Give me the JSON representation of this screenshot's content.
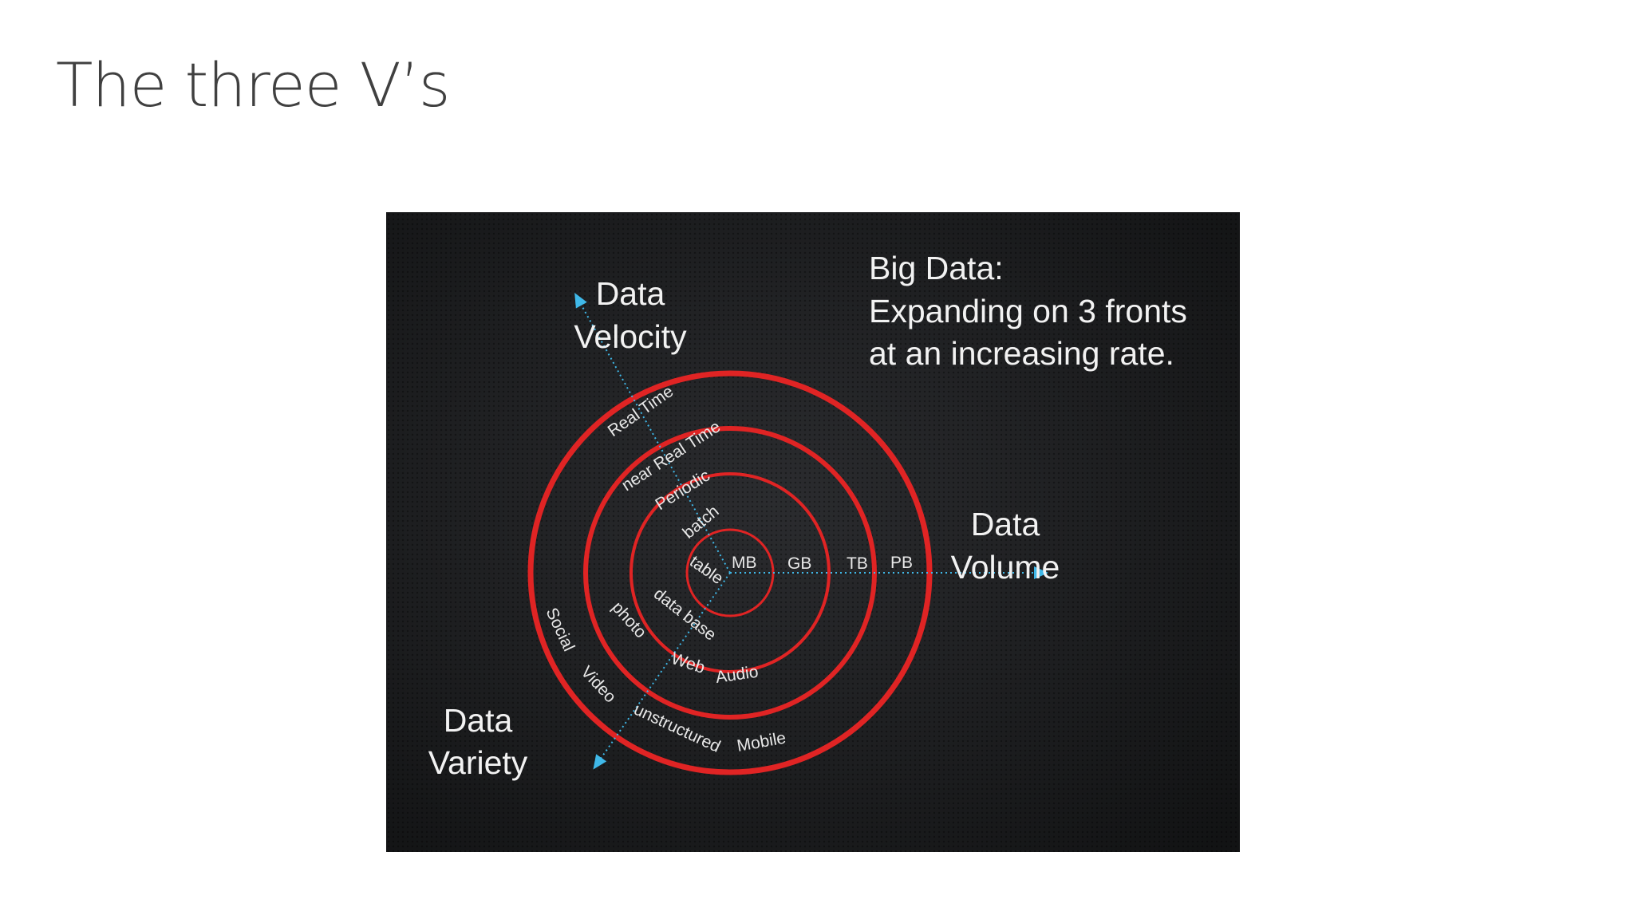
{
  "slide": {
    "title": "The three V’s"
  },
  "figure": {
    "headline": {
      "line1": "Big Data:",
      "line2": "Expanding on 3 fronts",
      "line3": "at an increasing rate."
    },
    "axes": {
      "velocity": {
        "line1": "Data",
        "line2": "Velocity"
      },
      "volume": {
        "line1": "Data",
        "line2": "Volume"
      },
      "variety": {
        "line1": "Data",
        "line2": "Variety"
      }
    },
    "velocity_levels": [
      "Real Time",
      "near Real Time",
      "Periodic",
      "batch"
    ],
    "volume_levels": [
      "MB",
      "GB",
      "TB",
      "PB"
    ],
    "variety_levels": [
      "table",
      "data base",
      "photo",
      "Web",
      "Audio",
      "Social",
      "Video",
      "unstructured",
      "Mobile"
    ],
    "colors": {
      "background": "#1b1c1e",
      "ring": "#e02424",
      "arrow": "#3fb8e8",
      "text": "#f2f2f2"
    }
  }
}
